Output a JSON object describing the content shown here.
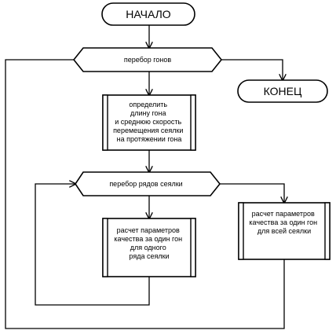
{
  "flowchart": {
    "start_label": "НАЧАЛО",
    "end_label": "КОНЕЦ",
    "loop_passes": "перебор гонов",
    "process_pass": [
      "определить",
      "длину гона",
      "и среднюю скорость",
      "перемещения сеялки",
      "на протяжении гона"
    ],
    "loop_rows": "перебор рядов сеялки",
    "process_row": [
      "расчет параметров",
      "качества за один гон",
      "для одного",
      "ряда сеялки"
    ],
    "process_whole": [
      "расчет параметров",
      "качества за один гон",
      "для всей сеялки"
    ]
  }
}
